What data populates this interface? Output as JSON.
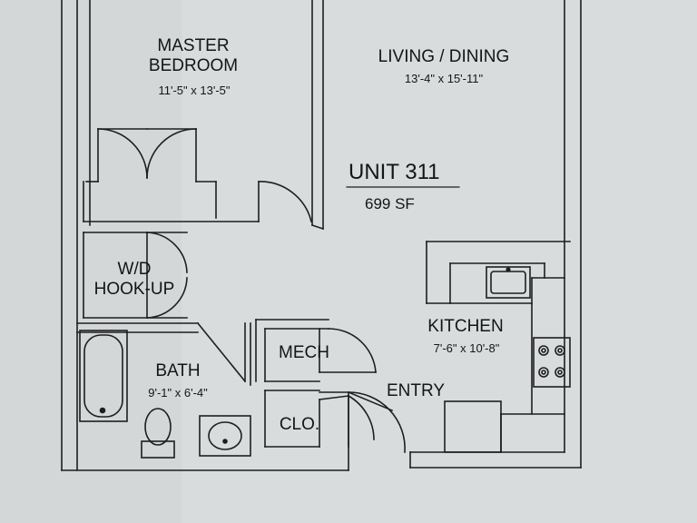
{
  "unit": {
    "title": "UNIT 311",
    "area": "699 SF"
  },
  "rooms": {
    "master_bedroom": {
      "name_line1": "MASTER",
      "name_line2": "BEDROOM",
      "dims": "11'-5\" x 13'-5\""
    },
    "living_dining": {
      "name": "LIVING / DINING",
      "dims": "13'-4\" x 15'-11\""
    },
    "wd_hookup": {
      "name_line1": "W/D",
      "name_line2": "HOOK-UP"
    },
    "kitchen": {
      "name": "KITCHEN",
      "dims": "7'-6\" x 10'-8\""
    },
    "bath": {
      "name": "BATH",
      "dims": "9'-1\" x 6'-4\""
    },
    "mech": {
      "name": "MECH"
    },
    "closet": {
      "name": "CLO."
    },
    "entry": {
      "name": "ENTRY"
    }
  },
  "colors": {
    "paper": "#d9dcdc",
    "ink": "#151515",
    "wall_fill": "#e4e7e7"
  }
}
